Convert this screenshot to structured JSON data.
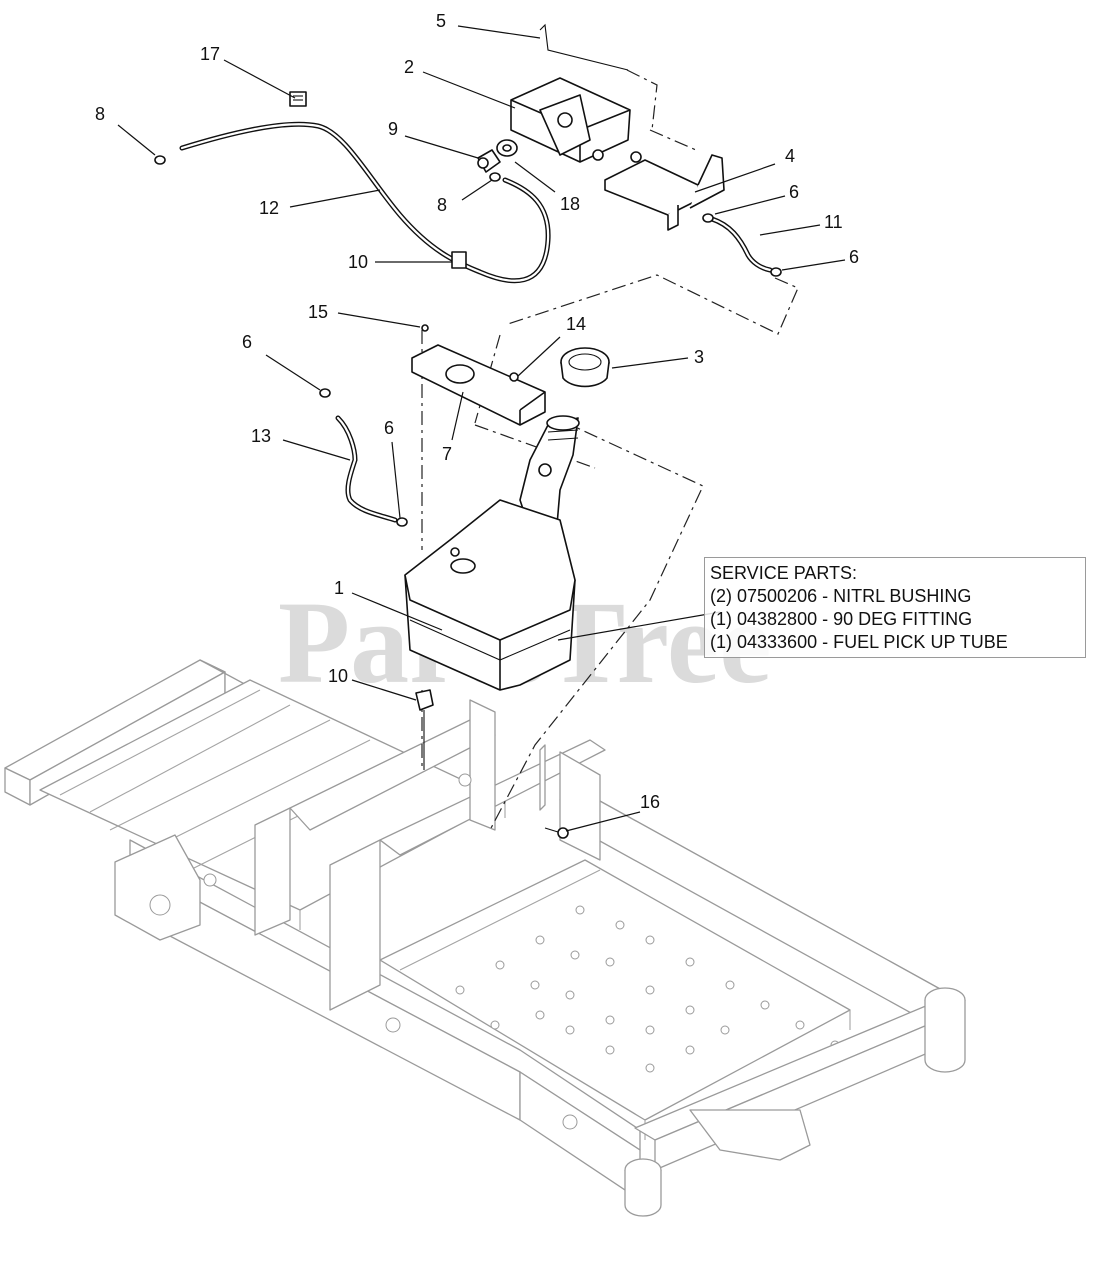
{
  "watermark": "PartsTree",
  "callouts": {
    "c1": "1",
    "c2": "2",
    "c3": "3",
    "c4": "4",
    "c5": "5",
    "c6a": "6",
    "c6b": "6",
    "c6c": "6",
    "c6d": "6",
    "c7": "7",
    "c8a": "8",
    "c8b": "8",
    "c9": "9",
    "c10a": "10",
    "c10b": "10",
    "c11": "11",
    "c12": "12",
    "c13": "13",
    "c14": "14",
    "c15": "15",
    "c16": "16",
    "c17": "17",
    "c18": "18"
  },
  "service_parts": {
    "heading": "SERVICE PARTS:",
    "items": [
      "(2) 07500206 - NITRL BUSHING",
      "(1) 04382800 - 90 DEG FITTING",
      "(1) 04333600 - FUEL PICK UP TUBE"
    ]
  }
}
